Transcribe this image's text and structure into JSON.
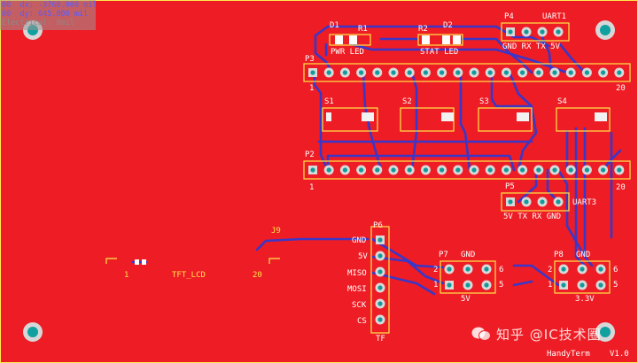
{
  "coords": {
    "row1_x": "00",
    "row1_dx": "dx: -3760.000  mil",
    "row2_y": "00",
    "row2_dy": "dy:  645.000  mil",
    "row3": "Electrical: 8mil"
  },
  "headers": {
    "P3": {
      "ref": "P3",
      "pin_first": "1",
      "pin_last": "20"
    },
    "P2": {
      "ref": "P2",
      "pin_first": "1",
      "pin_last": "20"
    }
  },
  "leds": {
    "d1": "D1",
    "r1": "R1",
    "r2": "R2",
    "d2": "D2",
    "pwr_label": "PWR LED",
    "stat_label": "STAT LED"
  },
  "p4": {
    "ref": "P4",
    "name": "UART1",
    "pins": "GND RX TX 5V"
  },
  "switches": [
    "S1",
    "S2",
    "S3",
    "S4"
  ],
  "p5": {
    "ref": "P5",
    "name": "UART3",
    "pins": "5V TX RX GND"
  },
  "p6": {
    "ref": "P6",
    "name": "TF",
    "pins": [
      "GND",
      "5V",
      "MISO",
      "MOSI",
      "SCK",
      "CS"
    ]
  },
  "p7": {
    "ref": "P7",
    "top": "GND",
    "bottom": "5V",
    "left_top": "2",
    "left_bot": "1",
    "right_top": "6",
    "right_bot": "5"
  },
  "p8": {
    "ref": "P8",
    "top": "GND",
    "bottom": "3.3V",
    "left_top": "2",
    "left_bot": "1",
    "right_top": "6",
    "right_bot": "5"
  },
  "tft": {
    "ref": "J9",
    "name": "TFT_LCD",
    "pin_first": "1",
    "pin_last": "20"
  },
  "footer": {
    "name": "HandyTerm",
    "version": "V1.0"
  },
  "watermark": "知乎 @IC技术圈"
}
